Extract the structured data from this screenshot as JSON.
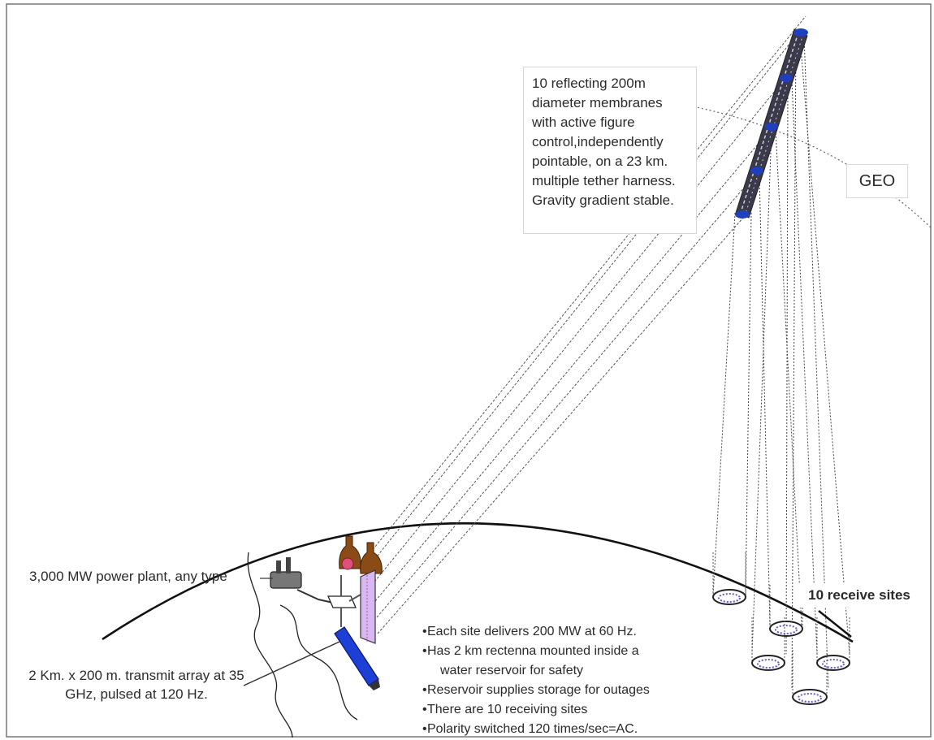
{
  "labels": {
    "membranes": "10 reflecting 200m diameter membranes with active figure control,independently pointable, on a  23 km. multiple tether harness.  Gravity gradient stable.",
    "geo": "GEO",
    "receive_sites": "10 receive sites",
    "power_plant": "3,000 MW power plant, any type",
    "transmit_array": "2  Km. x 200 m. transmit array at 35 GHz, pulsed at 120 Hz."
  },
  "bullets": [
    {
      "mark": "•",
      "text": "Each site delivers 200  MW at 60 Hz."
    },
    {
      "mark": "•",
      "text": "Has 2 km rectenna mounted inside a"
    },
    {
      "mark": "",
      "text": "water reservoir for safety"
    },
    {
      "mark": "•",
      "text": "Reservoir supplies storage for outages"
    },
    {
      "mark": "•",
      "text": "There are 10 receiving sites"
    },
    {
      "mark": "•",
      "text": "Polarity switched 120 times/sec=AC."
    }
  ],
  "colors": {
    "earth_line": "#111111",
    "harness_body": "#3a3a4a",
    "node_blue": "#1f3fbf",
    "transmit_panel": "#d9b8f0",
    "transmit_tube": "#1e3fd6",
    "bottle_brown": "#8a4b16",
    "pink_marker": "#e0507a",
    "beam_line": "#555555"
  }
}
